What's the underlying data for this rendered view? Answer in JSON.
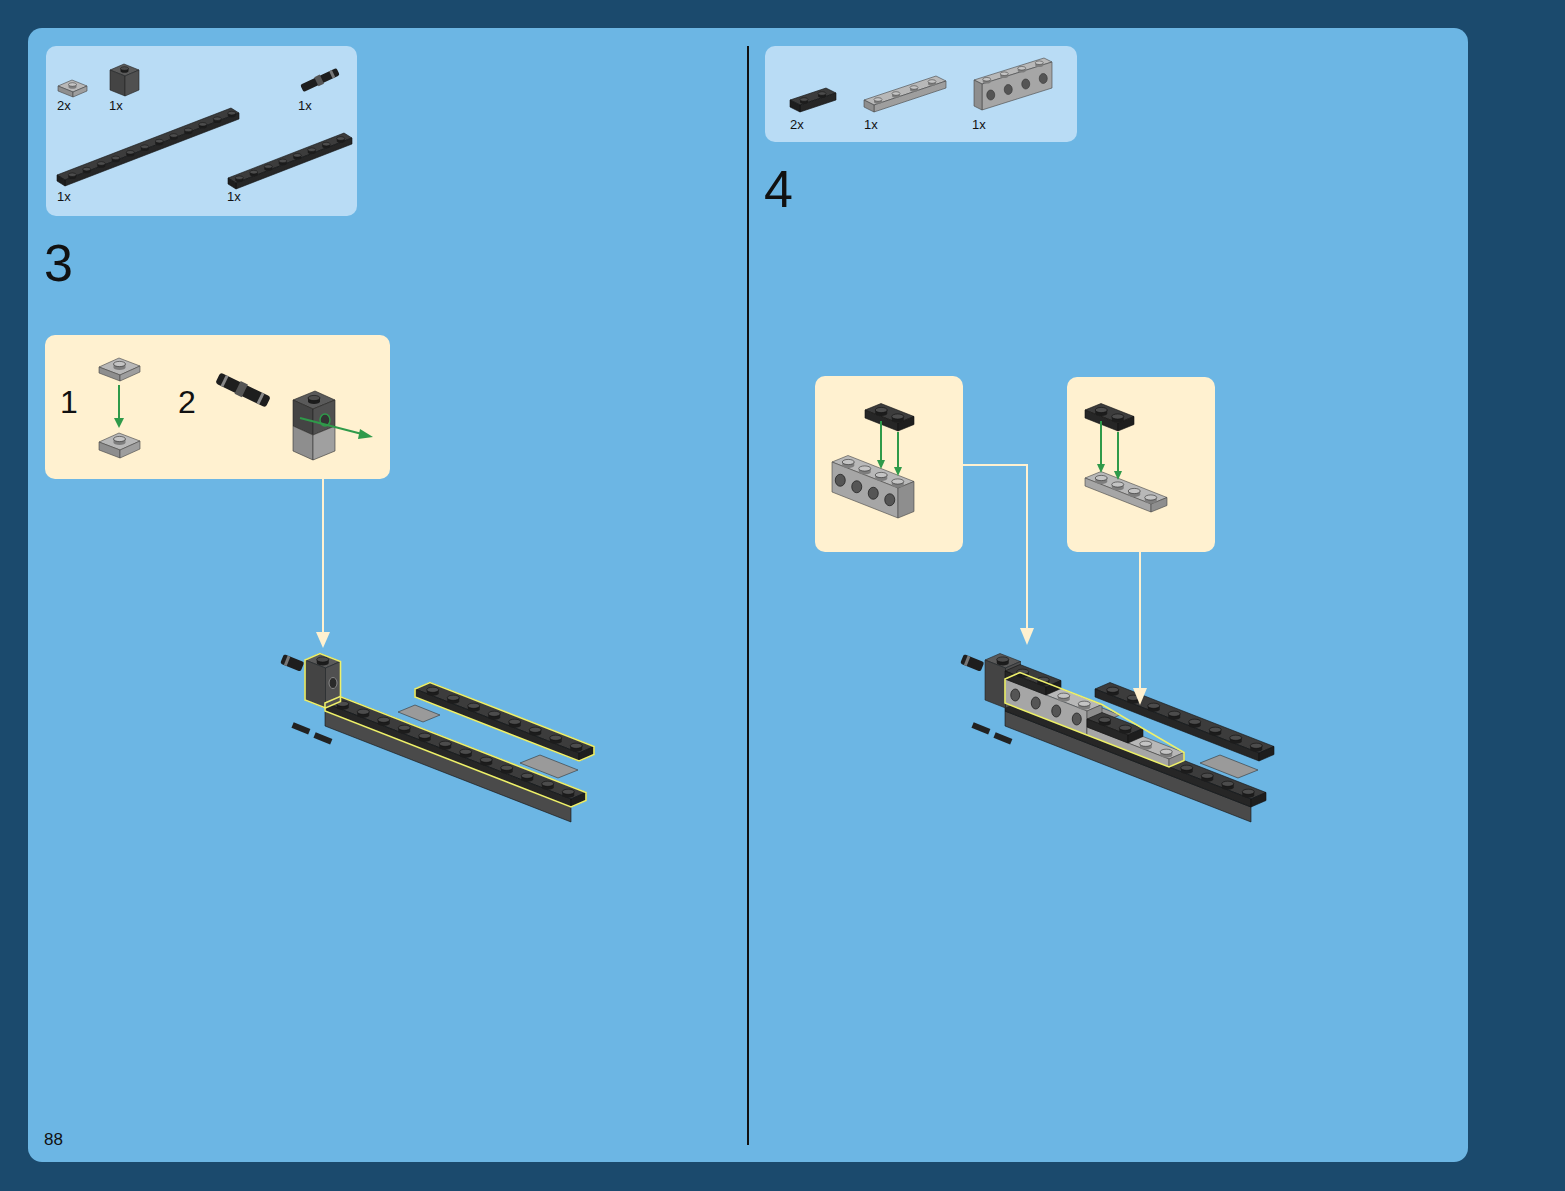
{
  "diagram": {
    "nodes": [
      {
        "text": [
          "2x",
          "1x",
          "1x",
          "1x",
          "1x"
        ]
      },
      {
        "text": [
          "1",
          "2"
        ]
      },
      {
        "text": [
          "2x",
          "1x",
          "1x"
        ]
      }
    ],
    "labels": [
      "3",
      "4",
      "88"
    ]
  }
}
